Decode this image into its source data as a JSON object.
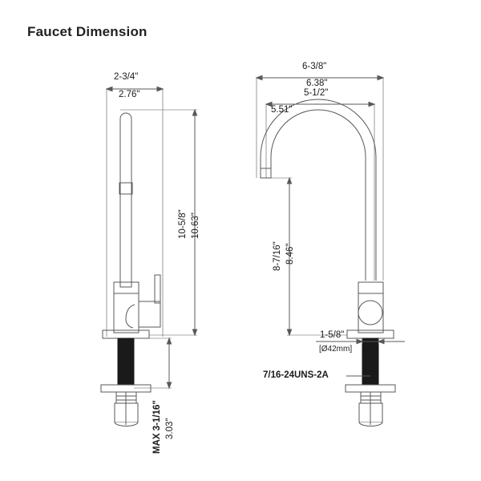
{
  "title": "Faucet Dimension",
  "views": {
    "left": {
      "name": "front-view",
      "dimensions": {
        "spout_reach_frac": "2-3/4\"",
        "spout_reach_dec": "2.76\"",
        "height_frac": "10-5/8\"",
        "height_dec": "10.63\"",
        "shank_frac": "MAX 3-1/16\"",
        "shank_dec": "3.03\""
      }
    },
    "right": {
      "name": "side-view",
      "dimensions": {
        "overall_width_frac": "6-3/8\"",
        "overall_width_dec": "6.38\"",
        "spout_width_frac": "5-1/2\"",
        "spout_width_dec": "5.51\"",
        "spout_height_frac": "8-7/16\"",
        "spout_height_dec": "8.46\"",
        "base_frac": "1-5/8\"",
        "base_metric": "[Ø42mm]",
        "thread_callout": "7/16-24UNS-2A"
      }
    }
  },
  "colors": {
    "line": "#58585a",
    "text": "#1a1a1a",
    "thread_fill": "#1a1a1a",
    "background": "#ffffff"
  }
}
